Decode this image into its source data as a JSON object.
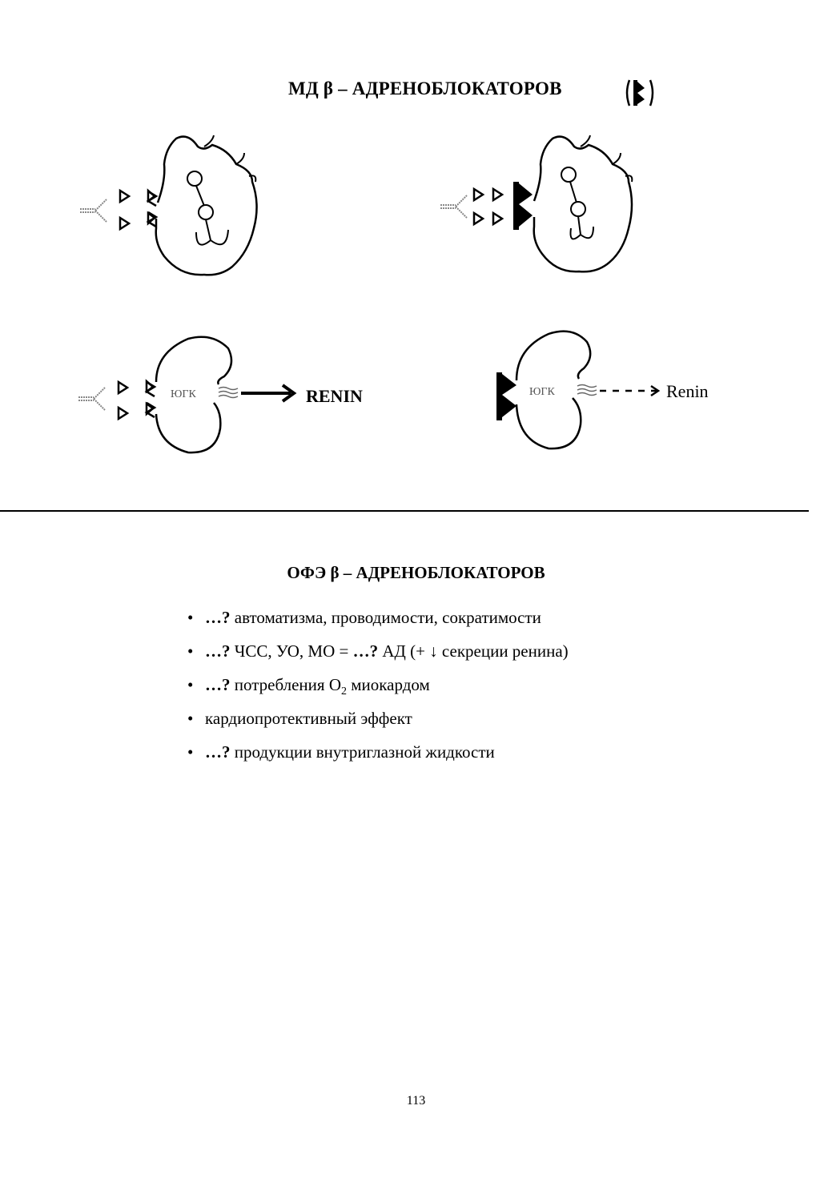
{
  "page": {
    "top_title": "МД β – АДРЕНОБЛОКАТОРОВ",
    "top_title_icon": "beta-blocker-symbol-icon",
    "diagram": {
      "heart_left": {
        "state": "unblocked",
        "icon": "heart-icon"
      },
      "heart_right": {
        "state": "blocked",
        "icon": "heart-icon"
      },
      "kidney_left": {
        "label": "ЮГК",
        "output": "RENIN",
        "arrow": "solid"
      },
      "kidney_right": {
        "label": "ЮГК",
        "output": "Renin",
        "arrow": "dashed"
      }
    },
    "bottom_title": "ОФЭ β – АДРЕНОБЛОКАТОРОВ",
    "bullet_marker": "•",
    "bullets": [
      {
        "prefix": "…?",
        "text": " автоматизма, проводимости, сократимости"
      },
      {
        "prefix": "…?",
        "text": " ЧСС, УО, МО = ",
        "prefix2": "…?",
        "text2": " АД (+ ↓ секреции ренина)"
      },
      {
        "prefix": "…?",
        "text": " потребления O",
        "sub": "2",
        "text2": " миокардом"
      },
      {
        "prefix": "",
        "text": "кардиопротективный эффект"
      },
      {
        "prefix": "…?",
        "text": " продукции внутриглазной жидкости"
      }
    ],
    "page_number": "113"
  }
}
